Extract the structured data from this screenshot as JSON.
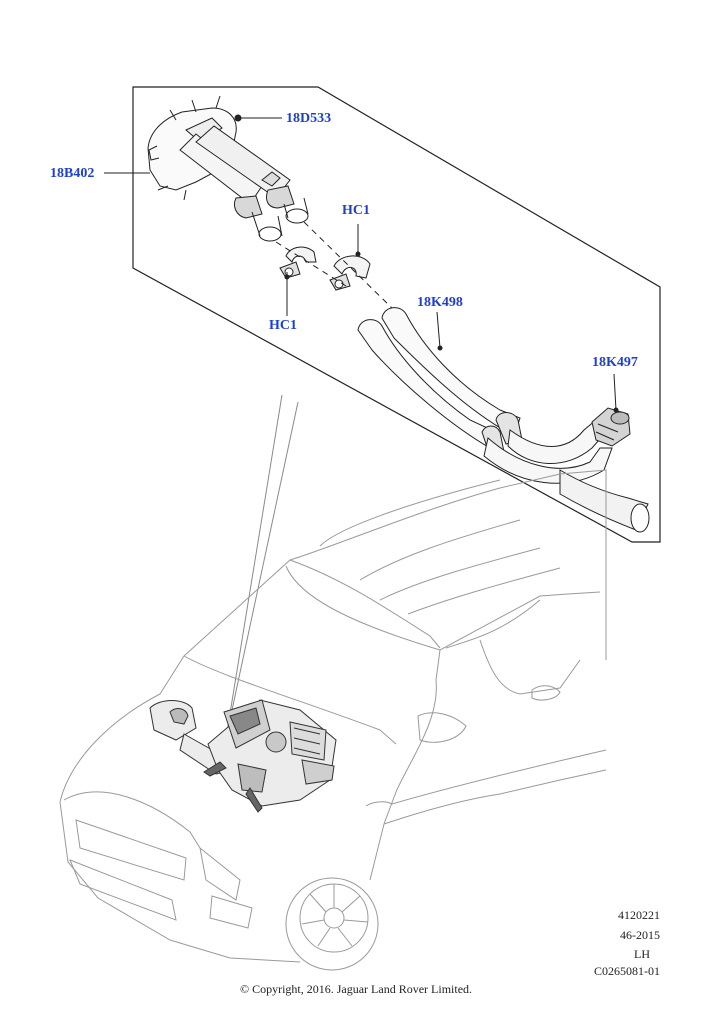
{
  "labels": {
    "part_18D533": "18D533",
    "part_18B402": "18B402",
    "part_HC1_upper": "HC1",
    "part_HC1_lower": "HC1",
    "part_18K498": "18K498",
    "part_18K497": "18K497"
  },
  "meta": {
    "code": "4120221",
    "date": "46-2015",
    "side": "LH",
    "ref": "C0265081-01"
  },
  "copyright": "© Copyright, 2016. Jaguar Land Rover Limited.",
  "colors": {
    "label": "#1d3fd0",
    "line": "#222222",
    "car_line": "#9a9a9a"
  }
}
